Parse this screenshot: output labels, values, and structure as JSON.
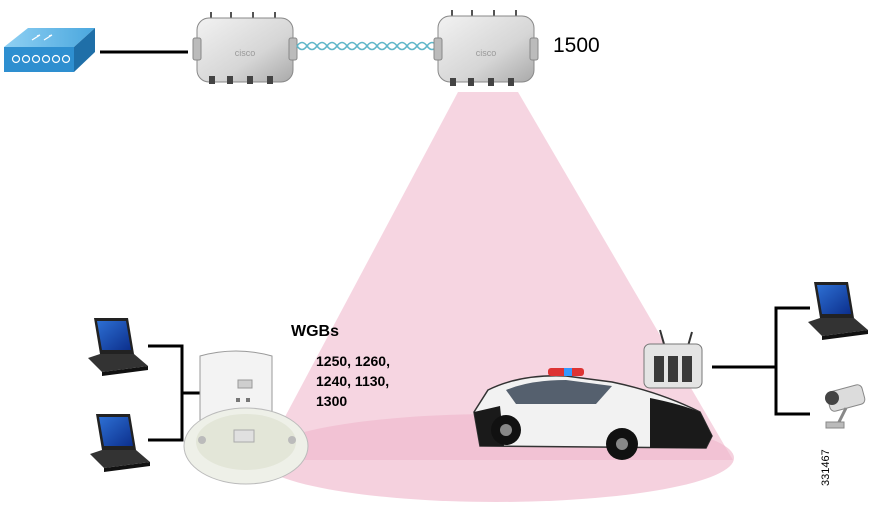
{
  "labels": {
    "mesh_ap_model": "1500",
    "wgbs_title": "WGBs",
    "wgb_models_line1": "1250, 1260,",
    "wgb_models_line2": "1240, 1130,",
    "wgb_models_line3": "1300",
    "figure_id": "331467"
  },
  "colors": {
    "coverage_cone": "#f5d3df",
    "coverage_floor": "#efb9cc",
    "switch_blue": "#3d9bd6",
    "wireless_link": "#5fb7c9",
    "cable": "#000000"
  },
  "icons": {
    "switch": "network-switch-icon",
    "root_ap": "outdoor-mesh-ap-icon",
    "mesh_ap": "outdoor-mesh-ap-icon",
    "wgb_ap": "indoor-access-point-icon",
    "vehicle": "police-car-icon",
    "camera": "security-camera-icon",
    "laptop": "laptop-icon"
  }
}
